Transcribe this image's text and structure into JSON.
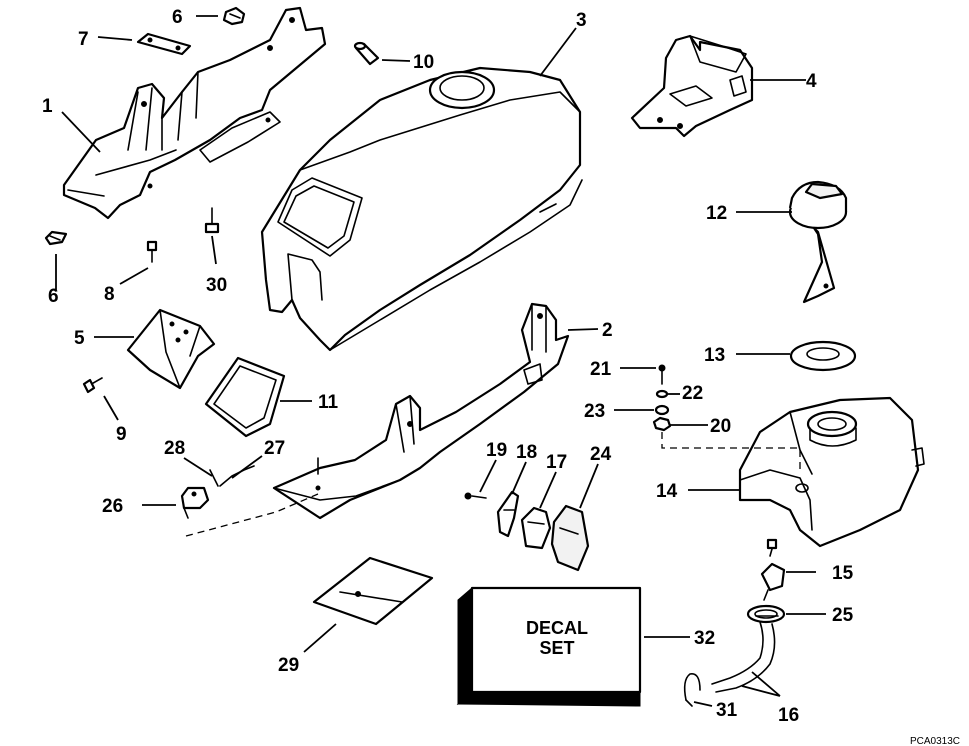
{
  "diagram": {
    "callouts": [
      "1",
      "2",
      "3",
      "4",
      "5",
      "6",
      "6",
      "7",
      "8",
      "9",
      "10",
      "11",
      "12",
      "13",
      "14",
      "15",
      "16",
      "17",
      "18",
      "19",
      "20",
      "21",
      "22",
      "23",
      "24",
      "25",
      "26",
      "27",
      "28",
      "29",
      "30",
      "31",
      "32"
    ],
    "decal_line1": "DECAL",
    "decal_line2": "SET",
    "drawing_code": "PCA0313C"
  }
}
